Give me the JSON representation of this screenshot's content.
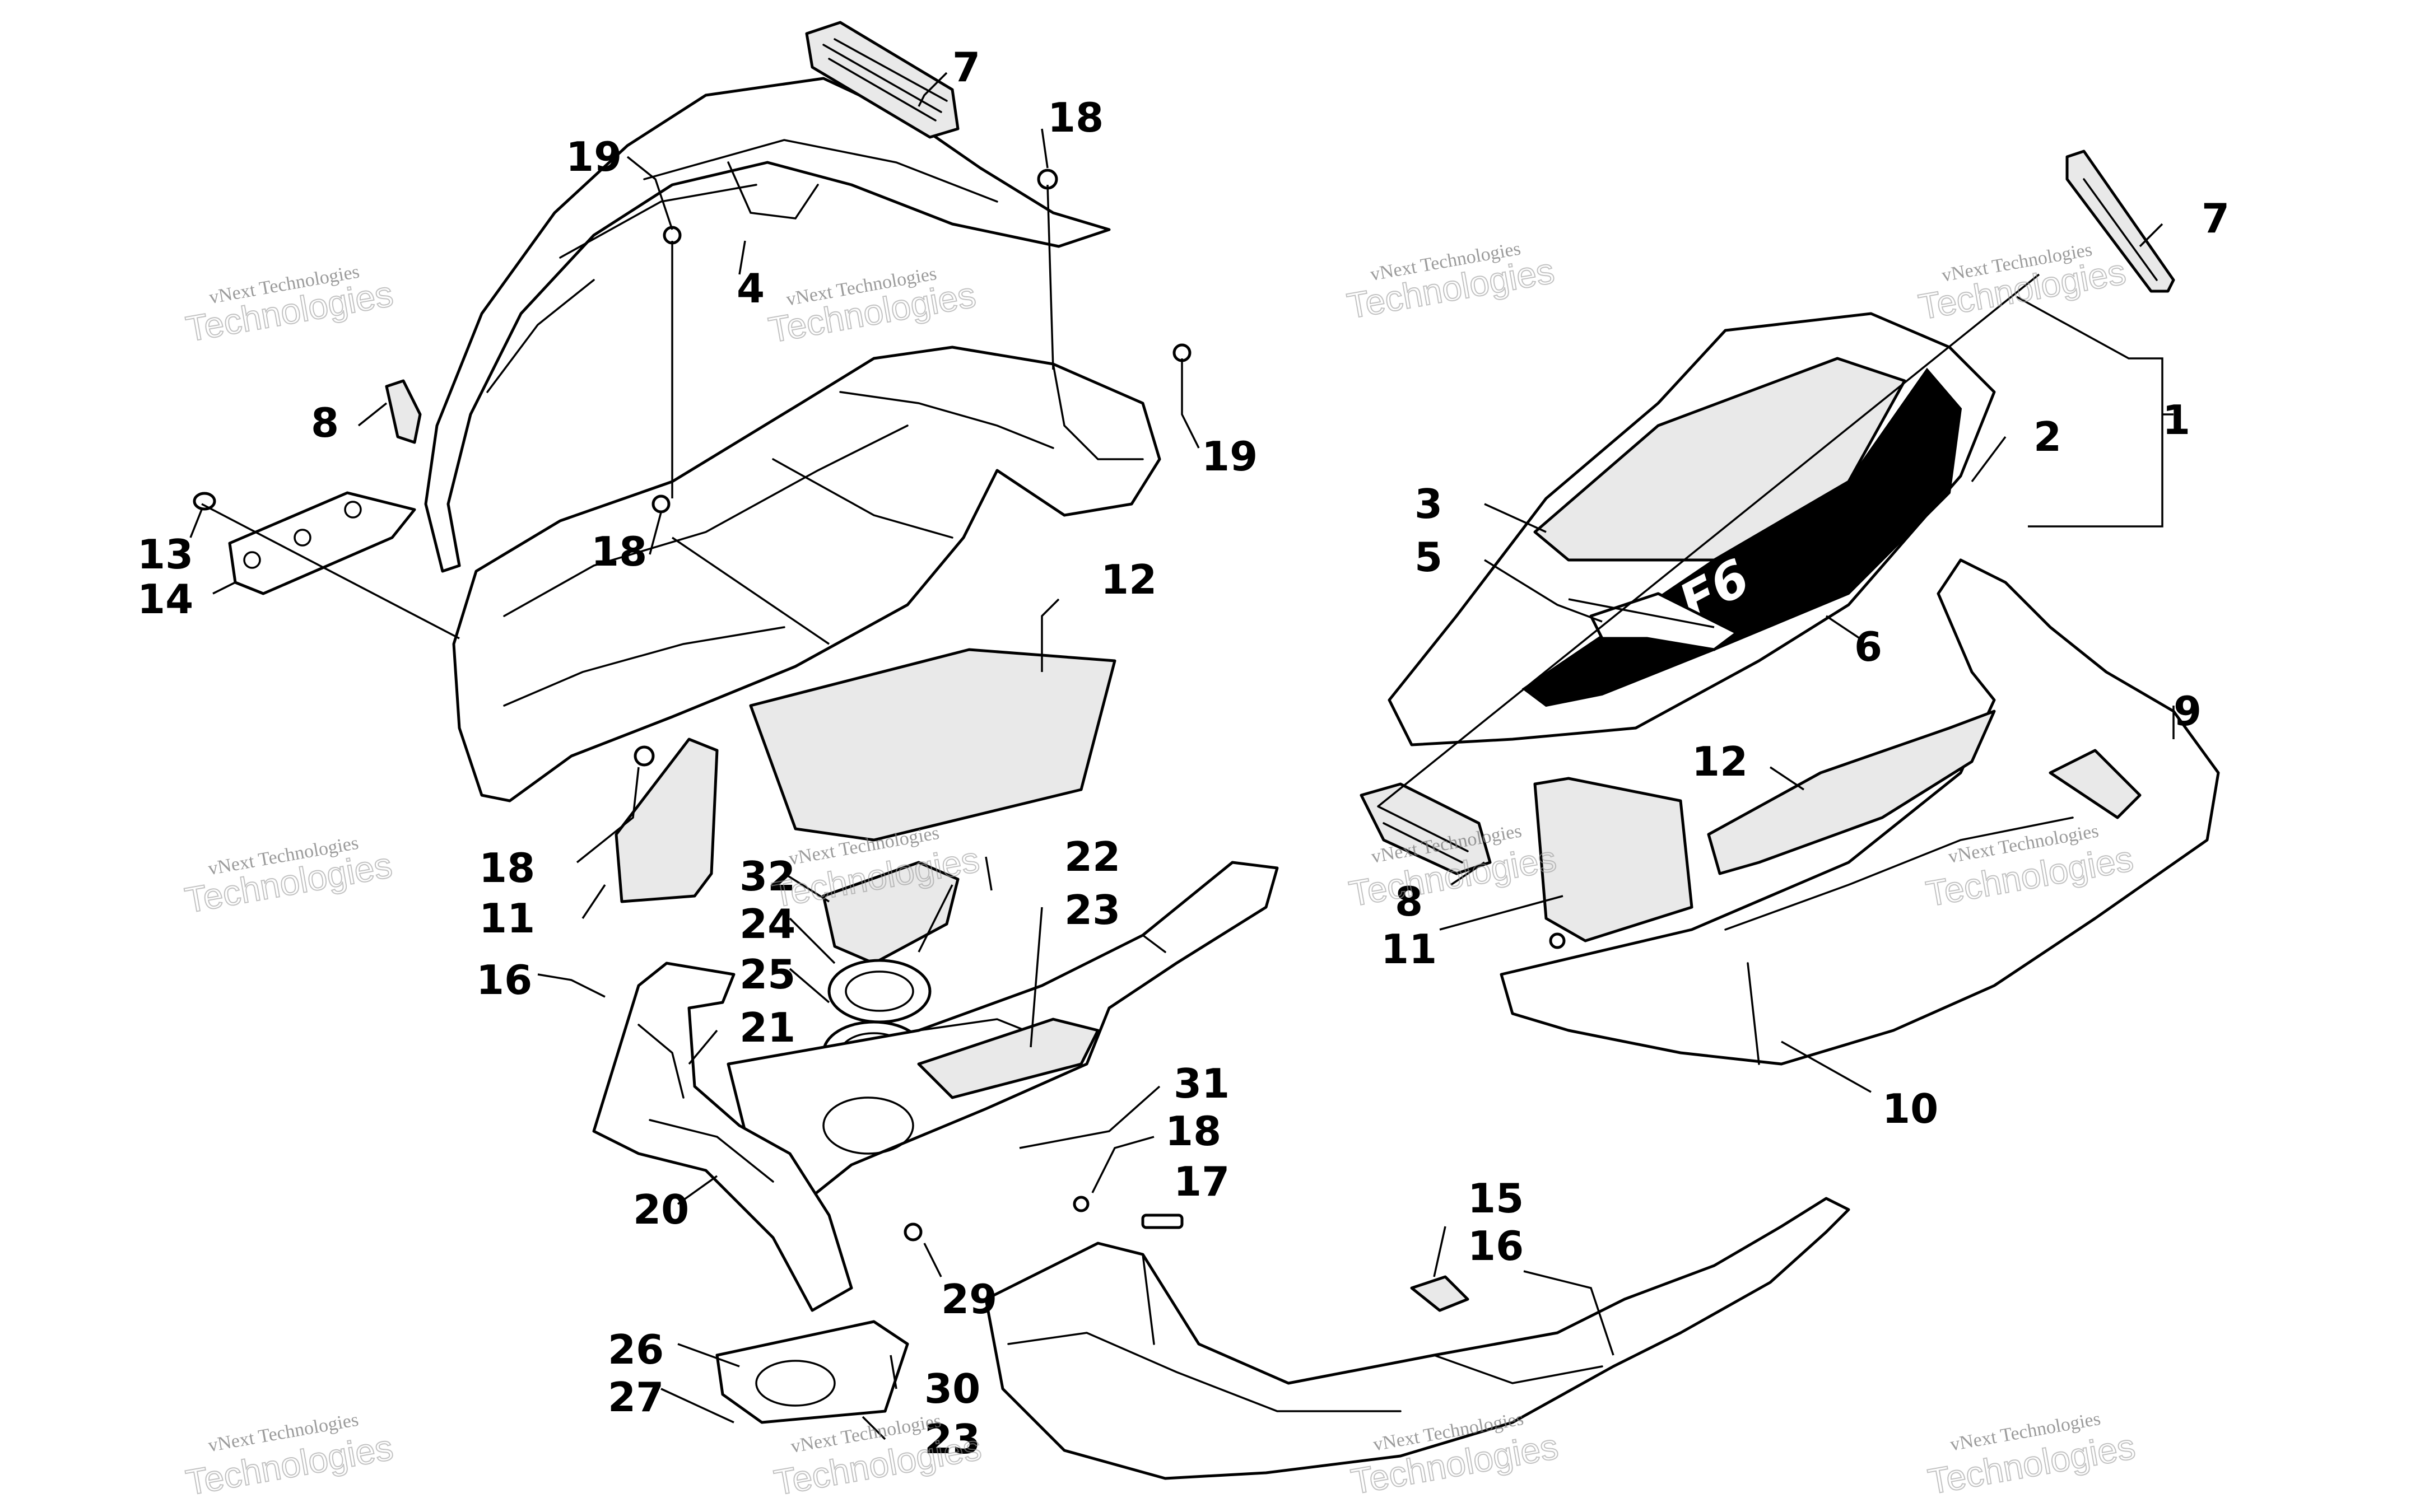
{
  "watermark": {
    "line1": "vNext Technologies",
    "line2": "Technologies"
  },
  "decal_text": "F6",
  "callouts": [
    "1",
    "2",
    "3",
    "4",
    "5",
    "6",
    "7",
    "8",
    "9",
    "10",
    "11",
    "12",
    "13",
    "14",
    "15",
    "16",
    "17",
    "18",
    "19",
    "20",
    "21",
    "22",
    "23",
    "24",
    "25",
    "26",
    "27",
    "29",
    "30",
    "31",
    "32"
  ]
}
